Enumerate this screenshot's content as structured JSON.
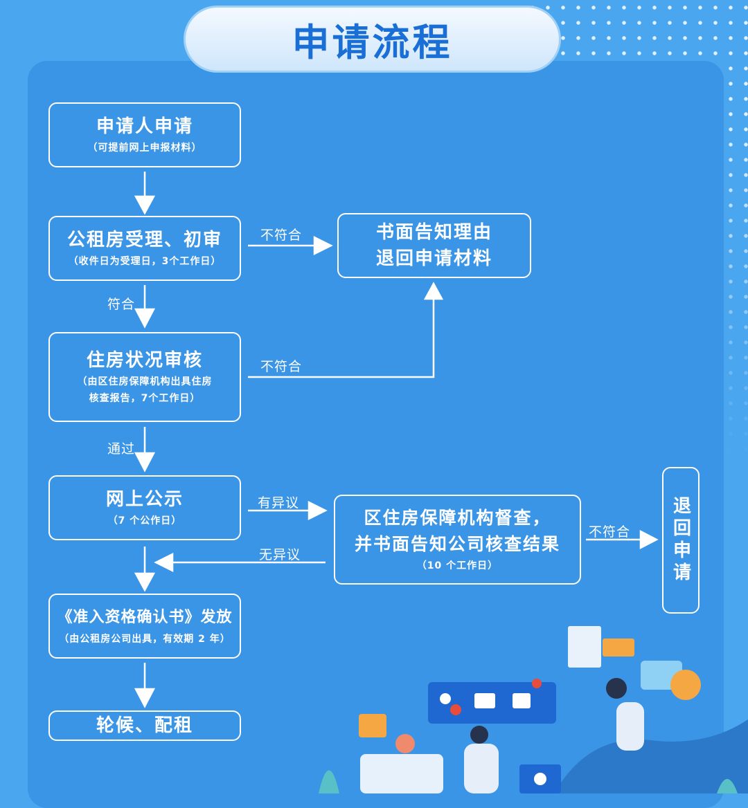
{
  "title": "申请流程",
  "steps": [
    {
      "main": "申请人申请",
      "sub": "（可提前网上申报材料）"
    },
    {
      "main": "公租房受理、初审",
      "sub": "（收件日为受理日，3个工作日）"
    },
    {
      "main": "住房状况审核",
      "sub": "（由区住房保障机构出具住房",
      "sub2": "核查报告，7个工作日）"
    },
    {
      "main": "网上公示",
      "sub": "（7 个公作日）"
    },
    {
      "main": "《准入资格确认书》发放",
      "sub": "（由公租房公司出具，有效期 2 年）"
    },
    {
      "main": "轮候、配租"
    }
  ],
  "reject_box": {
    "line1": "书面告知理由",
    "line2": "退回申请材料"
  },
  "review_box": {
    "line1": "区住房保障机构督查，",
    "line2": "并书面告知公司核查结果",
    "sub": "（10 个工作日）"
  },
  "return_box": "退回申请",
  "labels": {
    "not_meet_1": "不符合",
    "meet": "符合",
    "not_meet_2": "不符合",
    "pass": "通过",
    "objection": "有异议",
    "no_objection": "无异议",
    "not_meet_3": "不符合"
  },
  "colors": {
    "panel": "#3b95e6",
    "background": "#4aa6ef",
    "title_text": "#1a6fd6"
  }
}
